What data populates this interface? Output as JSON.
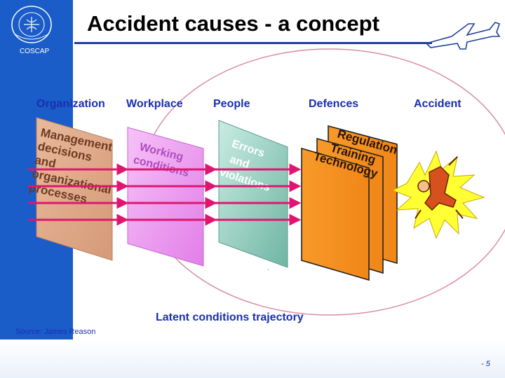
{
  "header": {
    "title": "Accident causes - a concept",
    "org_label": "COSCAP",
    "logo_icon": "icao-emblem-icon",
    "plane_icon": "airplane-outline-icon"
  },
  "diagram": {
    "column_labels": [
      "Organization",
      "Workplace",
      "People",
      "Defences",
      "Accident"
    ],
    "panels": {
      "organization": [
        "Management",
        "decisions",
        "and",
        "organizational",
        "processes"
      ],
      "workplace": [
        "Working",
        "conditions"
      ],
      "people": [
        "Errors",
        "and",
        "violations"
      ],
      "defences": [
        "Regulation",
        "Training",
        "Technology"
      ]
    },
    "trajectory_label": "Latent conditions trajectory",
    "accident_icon": "crash-figure-icon"
  },
  "footer": {
    "source": "Source: James Reason",
    "page": "- 5",
    "center_mark": "·"
  },
  "colors": {
    "brand_blue": "#1a5cc8",
    "label_blue": "#1a2fb0",
    "org_panel": "#e0ae8c",
    "workplace_panel": "#e98cf0",
    "people_panel": "#7fc0b0",
    "defence_orange": "#f08a1c",
    "arrow_magenta": "#e0156f",
    "trajectory_ring": "#d98aa8"
  }
}
